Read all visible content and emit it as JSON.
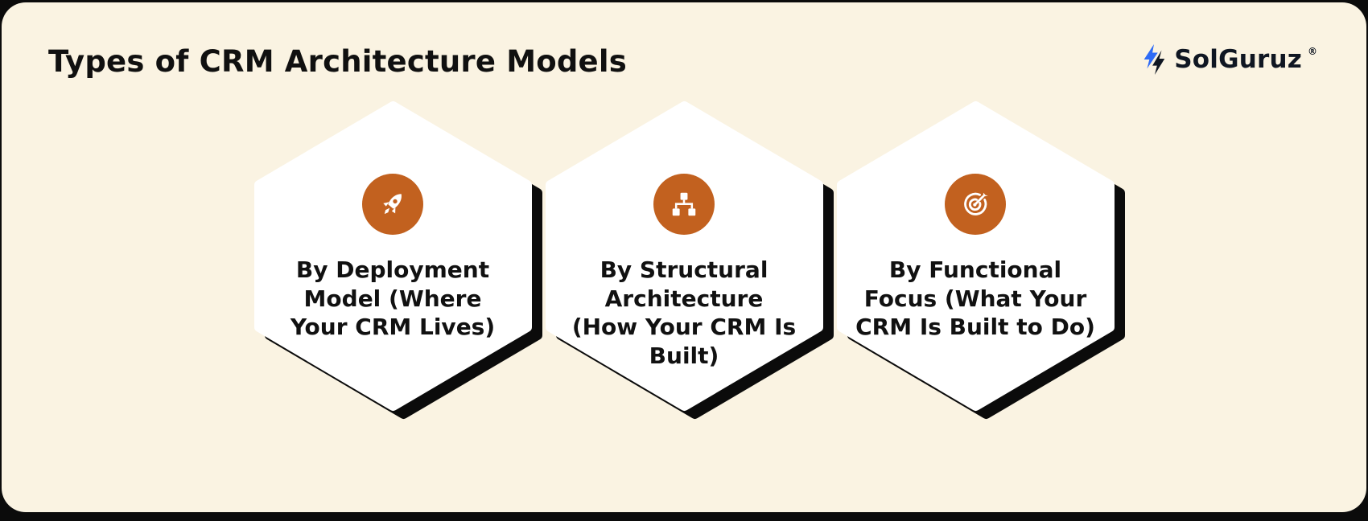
{
  "page": {
    "title": "Types of CRM Architecture Models",
    "background_color": "#faf3e2",
    "accent_color": "#c2611f",
    "shadow_color": "#0b0b0b"
  },
  "logo": {
    "text": "SolGuruz",
    "registered_mark": "®",
    "mark_colors": {
      "primary": "#2e6bf6",
      "secondary": "#0f1622"
    }
  },
  "cards": [
    {
      "icon": "rocket-icon",
      "label": "By Deployment Model (Where Your CRM Lives)"
    },
    {
      "icon": "sitemap-icon",
      "label": "By Structural Architecture (How Your CRM Is Built)"
    },
    {
      "icon": "target-icon",
      "label": "By Functional Focus (What Your CRM Is Built to Do)"
    }
  ]
}
